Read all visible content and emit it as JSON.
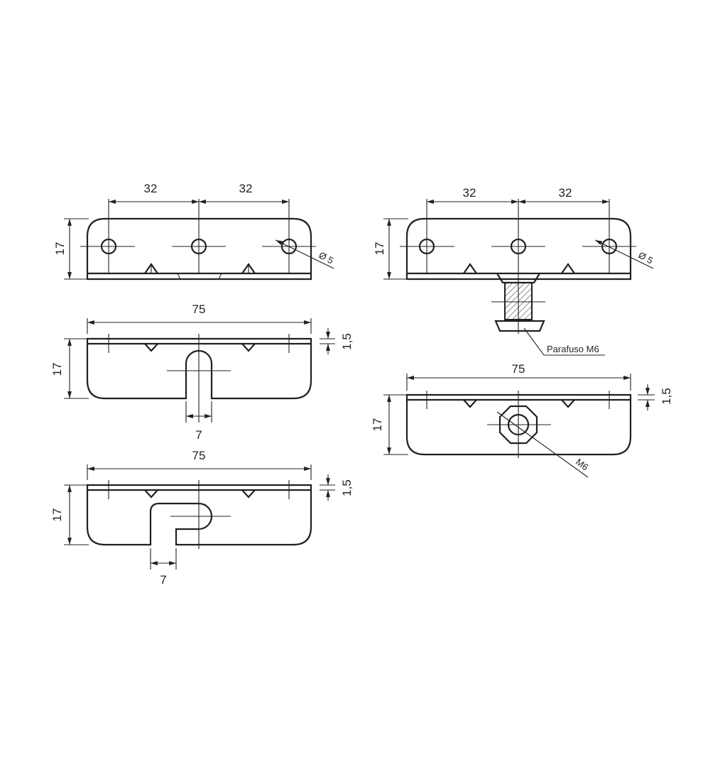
{
  "views": {
    "top_left": {
      "dim_spacing_1": "32",
      "dim_spacing_2": "32",
      "dim_height": "17",
      "hole_diameter": "Ø 5"
    },
    "middle_left": {
      "dim_length": "75",
      "dim_height": "17",
      "dim_thickness": "1,5",
      "dim_slot": "7"
    },
    "bottom_left": {
      "dim_length": "75",
      "dim_height": "17",
      "dim_thickness": "1,5",
      "dim_slot": "7"
    },
    "top_right": {
      "dim_spacing_1": "32",
      "dim_spacing_2": "32",
      "dim_height": "17",
      "hole_diameter": "Ø 5",
      "screw_label": "Parafuso M6"
    },
    "bottom_right": {
      "dim_length": "75",
      "dim_height": "17",
      "dim_thickness": "1,5",
      "nut_label": "M6"
    }
  },
  "colors": {
    "line": "#231f20",
    "background": "#ffffff"
  }
}
